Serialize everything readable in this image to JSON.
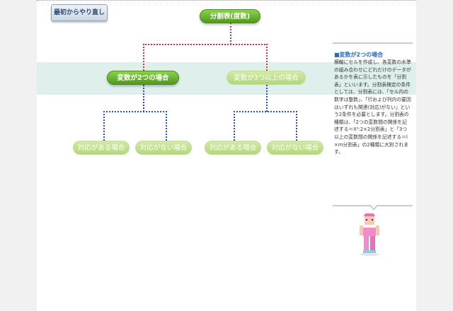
{
  "restart_button": {
    "label": "最初からやり直し"
  },
  "tree": {
    "root": "分割表(度数)",
    "branch_two": "変数が2つの場合",
    "branch_three": "変数が3つ以上の場合",
    "leaves": [
      "対応がある場合",
      "対応がない場合",
      "対応がある場合",
      "対応がない場合"
    ]
  },
  "info_panel": {
    "title": "■変数が2つの場合",
    "body": "横軸にセルを作成し、各変数の水準の組み合わせにどれだけのデータがあるかを表に示したものを「分割表」といいます。分割表検定の条件としては、分割表には、「セル内の数字は整数」、「行および列内の要因はいずれも関連(対応)がない」という2条件を必要とします。分割表の種類は、「2つの変数間の関係を記述する＝X²:2×2分割表」と「3つ以上の変数間の関係を記述する＝l×m分割表」の2種類に大別されます。"
  },
  "colors": {
    "accent_green": "#4f9a1d",
    "red_line": "#e0303c",
    "blue_line": "#2850a8",
    "band": "#dff0ec"
  },
  "icons": {
    "mascot": "pink-character-icon"
  }
}
